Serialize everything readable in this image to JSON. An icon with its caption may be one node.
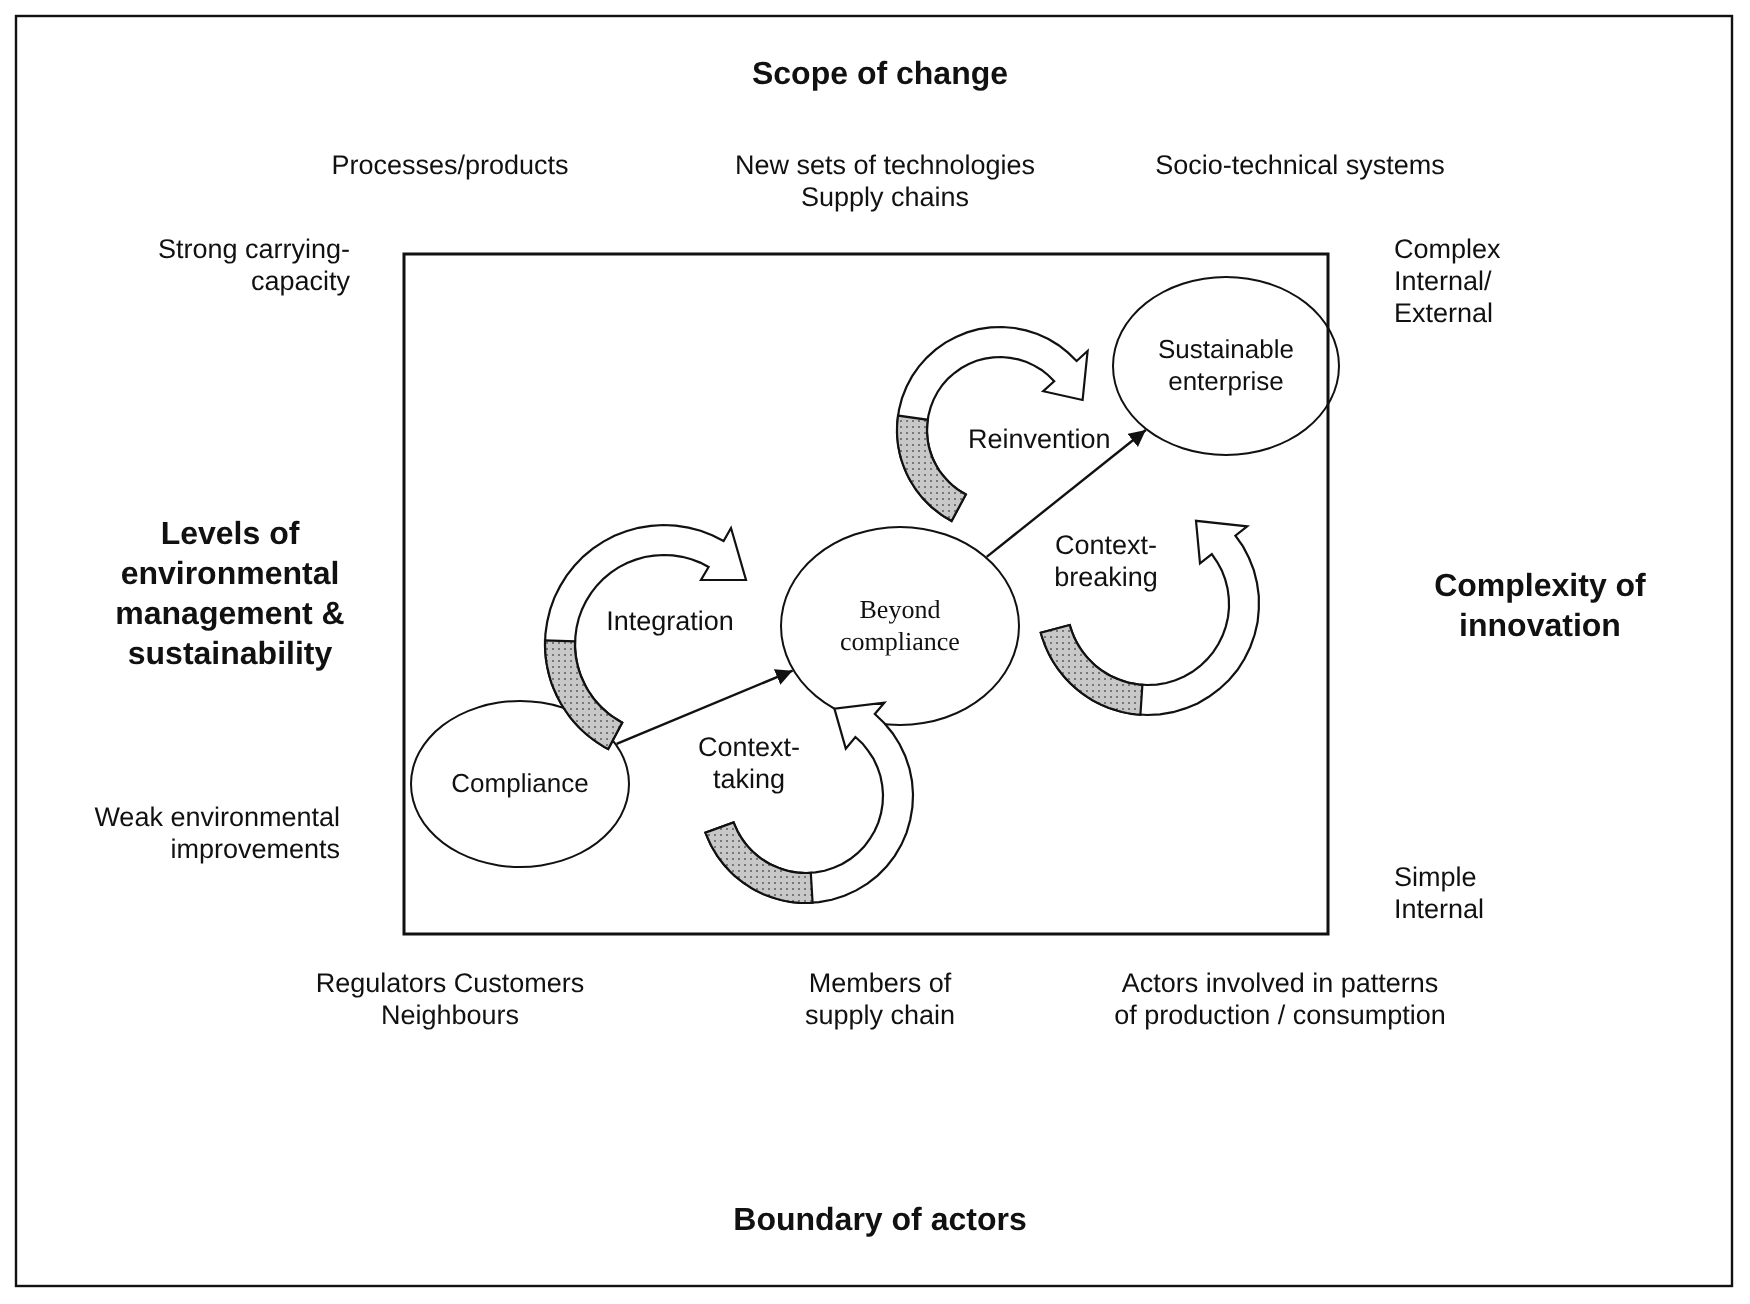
{
  "diagram": {
    "nodes": [
      {
        "text": [
          "Compliance"
        ]
      },
      {
        "text": [
          "Beyond compliance"
        ]
      },
      {
        "text": [
          "Sustainable enterprise"
        ]
      },
      {
        "text": [
          "Integration"
        ]
      },
      {
        "text": [
          "Context- taking"
        ]
      },
      {
        "text": [
          "Reinvention"
        ]
      },
      {
        "text": [
          "Context- breaking"
        ]
      }
    ],
    "edges": [
      {
        "from": 0,
        "to": 1,
        "arrow": "to"
      },
      {
        "from": 1,
        "to": 2,
        "arrow": "to"
      }
    ],
    "labels": [
      "Scope of change",
      "Processes/products",
      "New sets of technologies Supply chains",
      "Socio-technical systems",
      "Strong carrying- capacity",
      "Complex Internal/ External",
      "Levels of environmental management & sustainability",
      "Complexity of innovation",
      "Weak environmental improvements",
      "Simple Internal",
      "Regulators Customers Neighbours",
      "Members of supply chain",
      "Actors involved in patterns of production / consumption",
      "Boundary of actors"
    ]
  }
}
